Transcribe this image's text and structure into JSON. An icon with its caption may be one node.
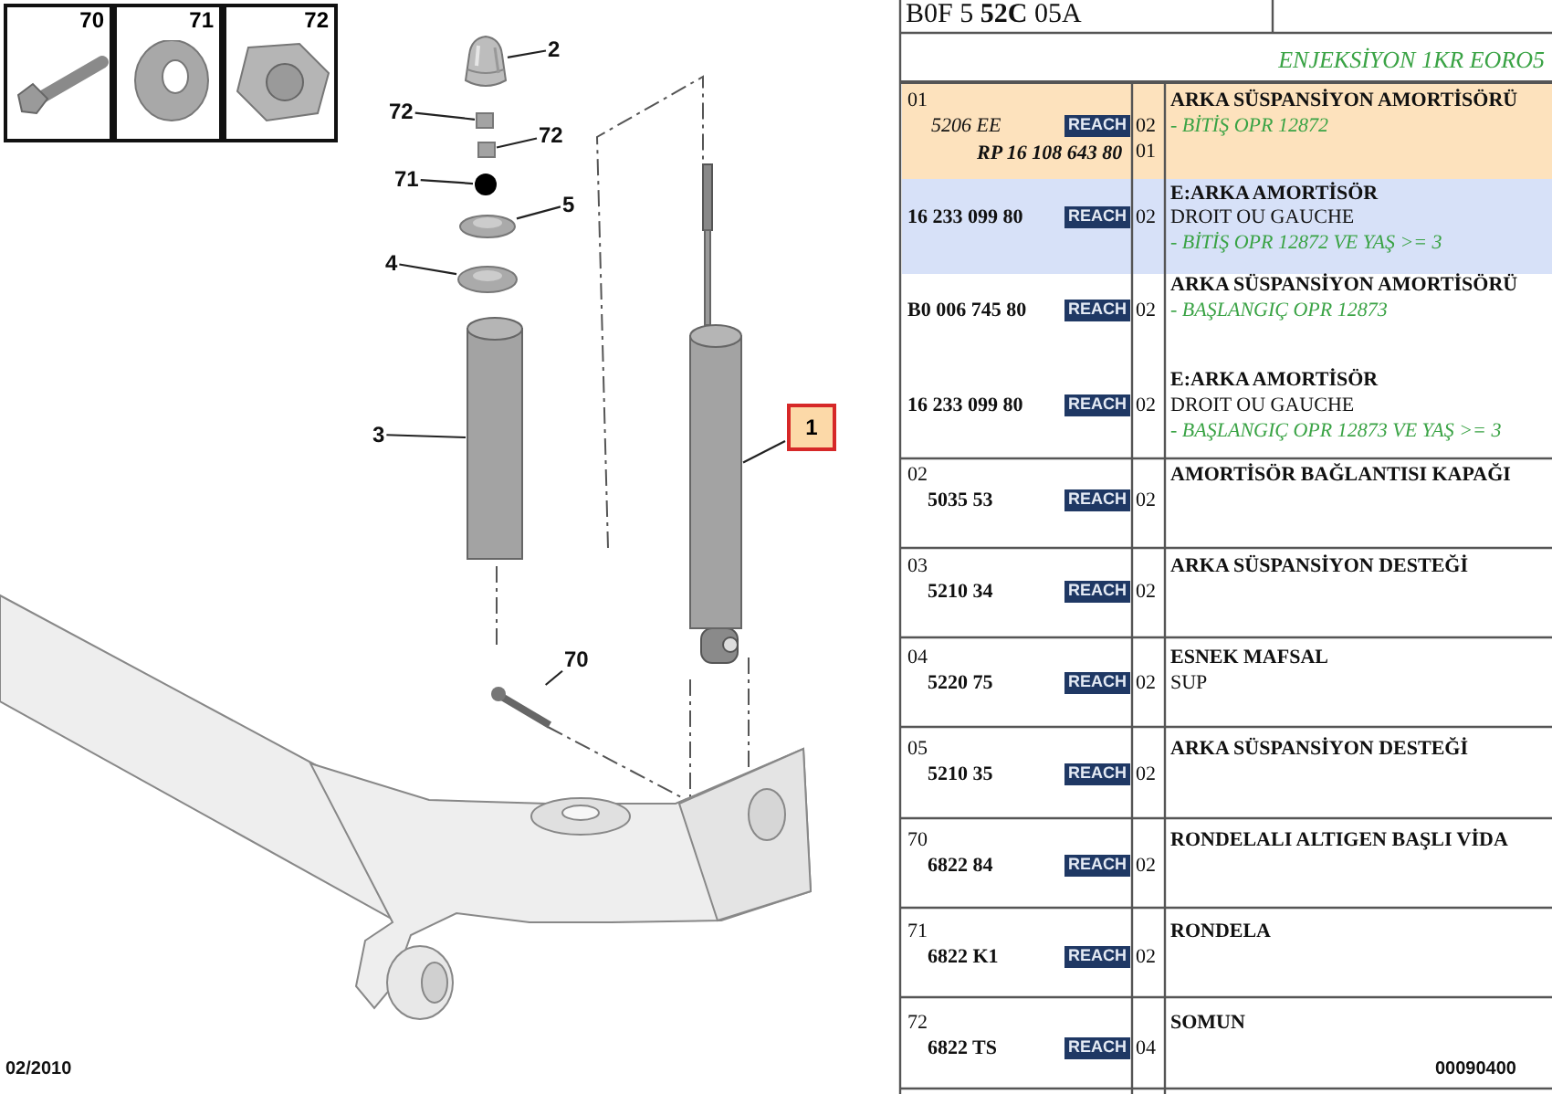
{
  "diagram": {
    "nodes": [
      {
        "text": [
          "70"
        ]
      },
      {
        "text": [
          "71"
        ]
      },
      {
        "text": [
          "72"
        ]
      },
      {
        "text": [
          "2"
        ]
      },
      {
        "text": [
          "72"
        ]
      },
      {
        "text": [
          "72"
        ]
      },
      {
        "text": [
          "71"
        ]
      },
      {
        "text": [
          "5"
        ]
      },
      {
        "text": [
          "4"
        ]
      },
      {
        "text": [
          "3"
        ]
      },
      {
        "text": [
          "1"
        ]
      },
      {
        "text": [
          "70"
        ]
      },
      {
        "text": [],
        "shape": "picture"
      },
      {
        "text": [],
        "shape": "box"
      },
      {
        "text": [],
        "shape": "box"
      },
      {
        "text": [],
        "shape": "circle"
      },
      {
        "text": [],
        "shape": "picture"
      },
      {
        "text": [],
        "shape": "picture"
      },
      {
        "text": [],
        "shape": "cylinder"
      },
      {
        "text": [],
        "shape": "cylinder"
      },
      {
        "text": [],
        "shape": "picture"
      }
    ],
    "edges": [
      {
        "from": 3,
        "to": 12,
        "arrow": "none"
      },
      {
        "from": 4,
        "to": 13,
        "arrow": "none"
      },
      {
        "from": 5,
        "to": 14,
        "arrow": "none"
      },
      {
        "from": 6,
        "to": 15,
        "arrow": "none"
      },
      {
        "from": 7,
        "to": 16,
        "arrow": "none"
      },
      {
        "from": 8,
        "to": 17,
        "arrow": "none"
      },
      {
        "from": 9,
        "to": 18,
        "arrow": "none"
      },
      {
        "from": 10,
        "to": 19,
        "arrow": "none"
      },
      {
        "from": 11,
        "to": 20,
        "arrow": "none"
      }
    ],
    "labels": [
      "B0F 5 **52C** 05A",
      "ENJEKSİYON 1KR EORO5",
      "01",
      "5206 EE",
      "REACH",
      "02",
      "RP 16 108 643 80",
      "01",
      "ARKA SÜSPANSİYON AMORTİSÖRÜ",
      "- BİTİŞ OPR 12872",
      "16 233 099 80",
      "REACH",
      "02",
      "E:ARKA AMORTİSÖR",
      "DROIT OU GAUCHE",
      "- BİTİŞ OPR 12872 VE YAŞ >= 3",
      "B0 006 745 80",
      "REACH",
      "02",
      "ARKA SÜSPANSİYON AMORTİSÖRÜ",
      "- BAŞLANGIÇ OPR 12873",
      "16 233 099 80",
      "REACH",
      "02",
      "E:ARKA AMORTİSÖR",
      "DROIT OU GAUCHE",
      "- BAŞLANGIÇ OPR 12873 VE YAŞ >= 3",
      "02",
      "5035 53",
      "REACH",
      "02",
      "AMORTİSÖR BAĞLANTISI KAPAĞI",
      "03",
      "5210 34",
      "REACH",
      "02",
      "ARKA SÜSPANSİYON DESTEĞİ",
      "04",
      "5220 75",
      "REACH",
      "02",
      "ESNEK MAFSAL",
      "SUP",
      "05",
      "5210 35",
      "REACH",
      "02",
      "ARKA SÜSPANSİYON DESTEĞİ",
      "70",
      "6822 84",
      "REACH",
      "02",
      "RONDELALI ALTIGEN BAŞLI VİDA",
      "71",
      "6822 K1",
      "REACH",
      "02",
      "RONDELA",
      "72",
      "6822 TS",
      "REACH",
      "04",
      "SOMUN",
      "02/2010",
      "00090400"
    ]
  }
}
